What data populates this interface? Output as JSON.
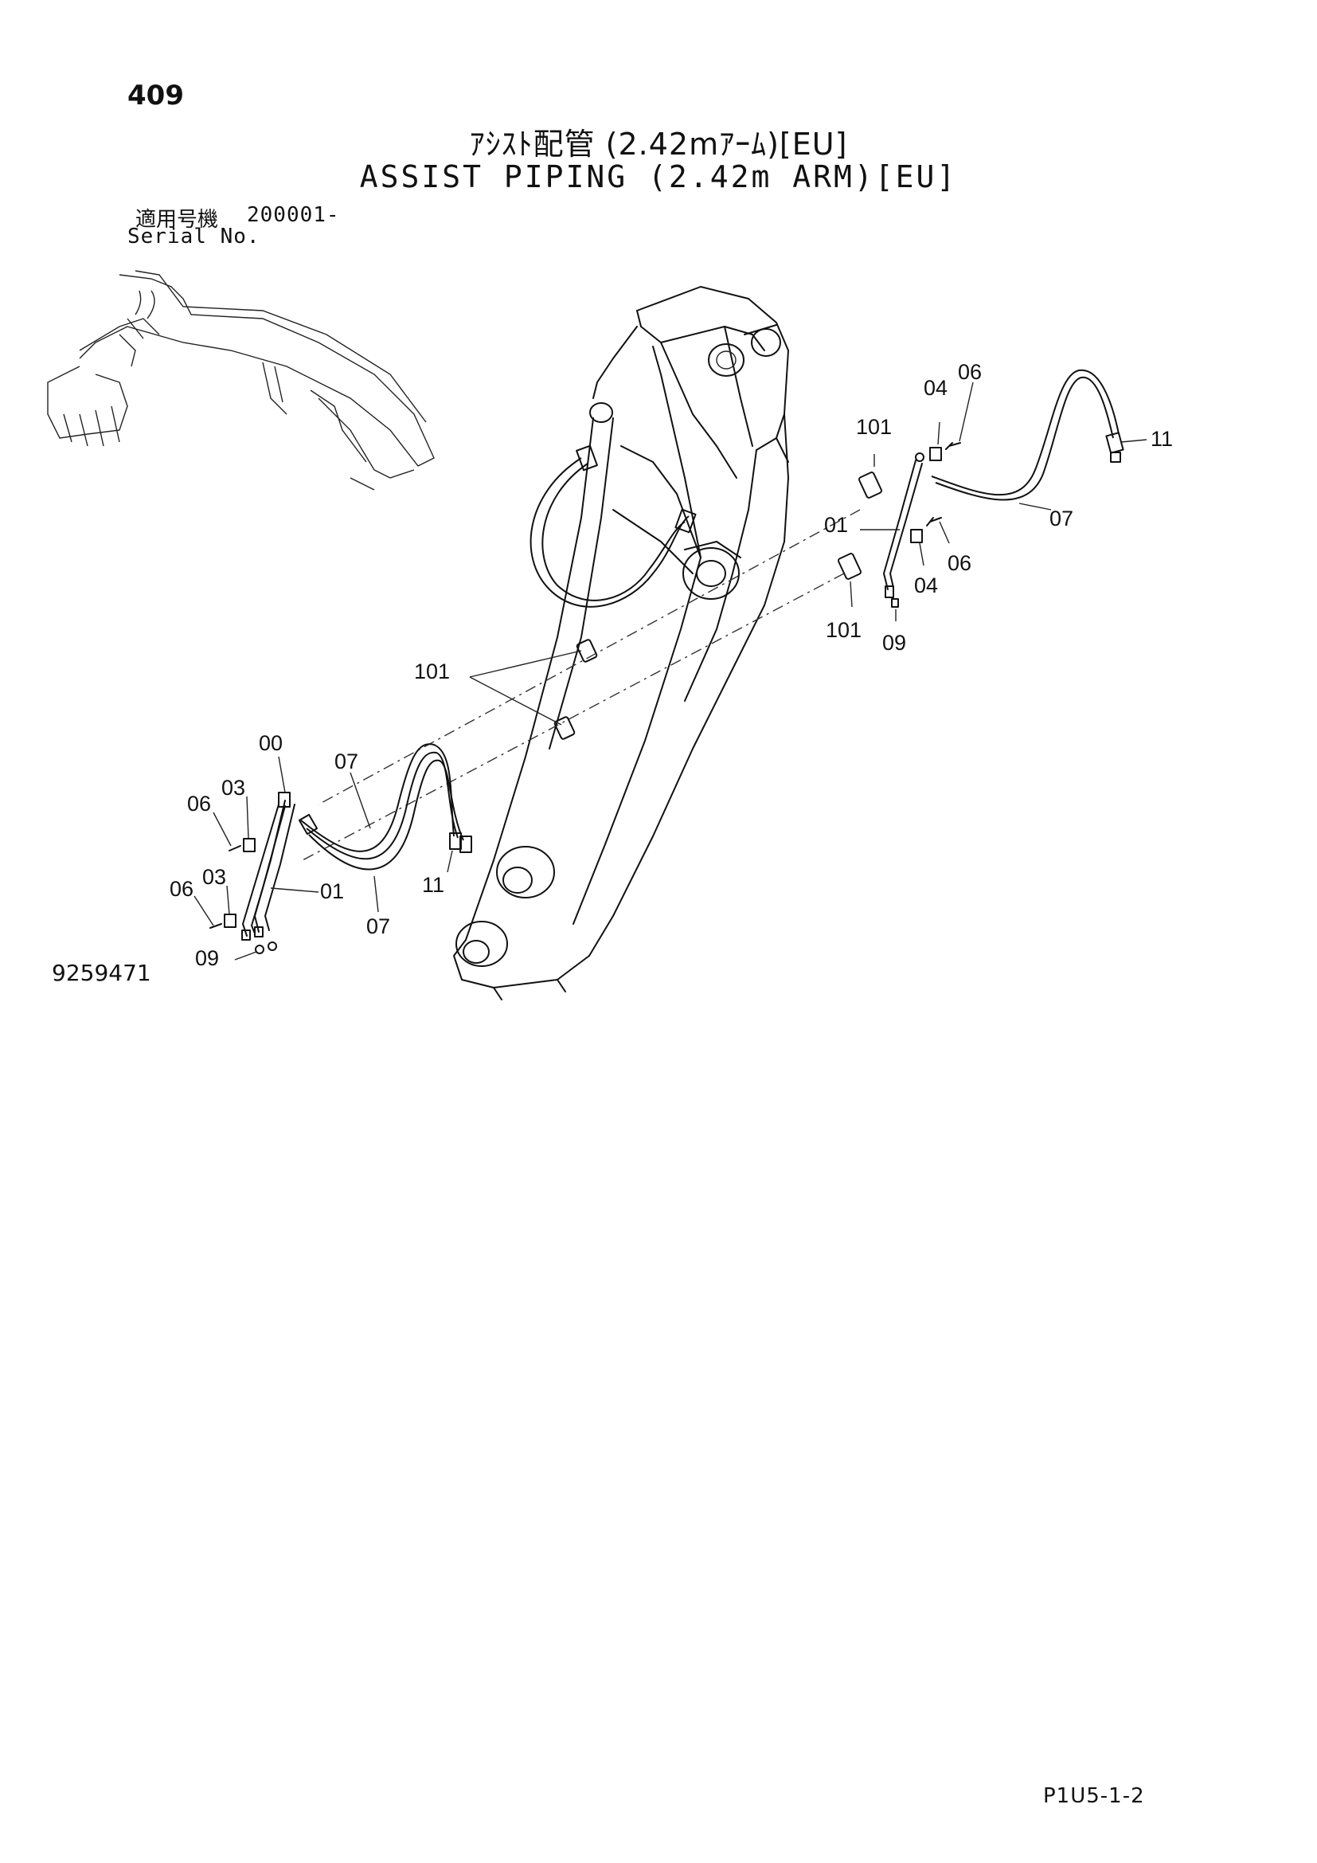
{
  "header": {
    "page_number": "409",
    "title_jp": "ｱｼｽﾄ配管 (2.42mｱｰﾑ)[EU]",
    "title_en": "ASSIST PIPING (2.42m ARM)[EU]",
    "serial_label_jp": "適用号機",
    "serial_value": "200001-",
    "serial_label_en": "Serial No."
  },
  "callouts": {
    "c00": "00",
    "c01a": "01",
    "c01b": "01",
    "c03a": "03",
    "c03b": "03",
    "c04a": "04",
    "c04b": "04",
    "c06a": "06",
    "c06b": "06",
    "c06c": "06",
    "c06d": "06",
    "c07a": "07",
    "c07b": "07",
    "c07c": "07",
    "c09a": "09",
    "c09b": "09",
    "c11a": "11",
    "c11b": "11",
    "c101a": "101",
    "c101b": "101",
    "c101c": "101"
  },
  "footer": {
    "drawing_number": "9259471",
    "sheet_code": "P1U5-1-2"
  }
}
